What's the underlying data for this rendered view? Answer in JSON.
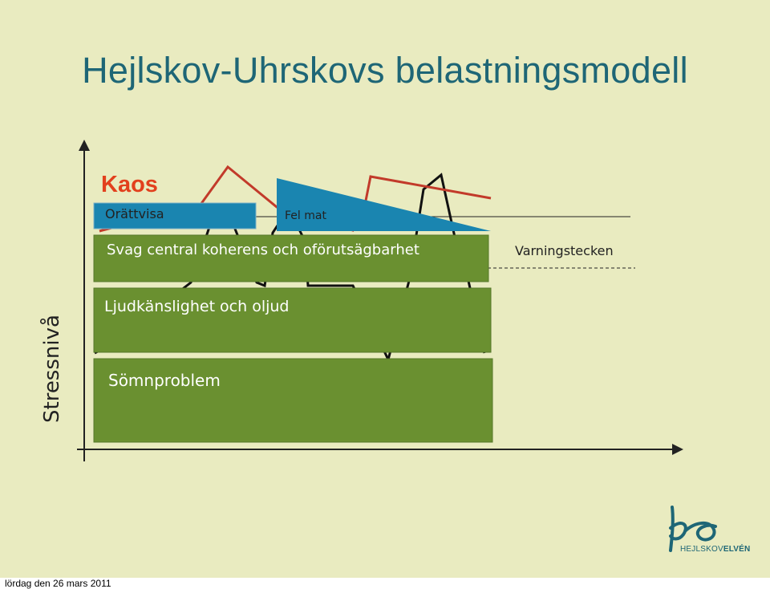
{
  "title": "Hejlskov-Uhrskovs belastningsmodell",
  "y_axis_label": "Stressnivå",
  "labels": {
    "chaos": "Kaos",
    "injustice": "Orättvisa",
    "wrong_food": "Fel mat",
    "coherence": "Svag central koherens och oförutsägbarhet",
    "warning_signs": "Varningstecken",
    "sound": "Ljudkänslighet och oljud",
    "sleep": "Sömnproblem"
  },
  "logo": {
    "brand_plain": "HEJLSKOV",
    "brand_bold": "ELVÉN"
  },
  "footer": {
    "date": "lördag den 26 mars 2011"
  },
  "colors": {
    "background": "#e9ebc0",
    "title": "#1e6676",
    "green_box": "#6a9030",
    "blue": "#1a85b0",
    "red_line": "#c23a2a",
    "kaos": "#e2401d"
  }
}
